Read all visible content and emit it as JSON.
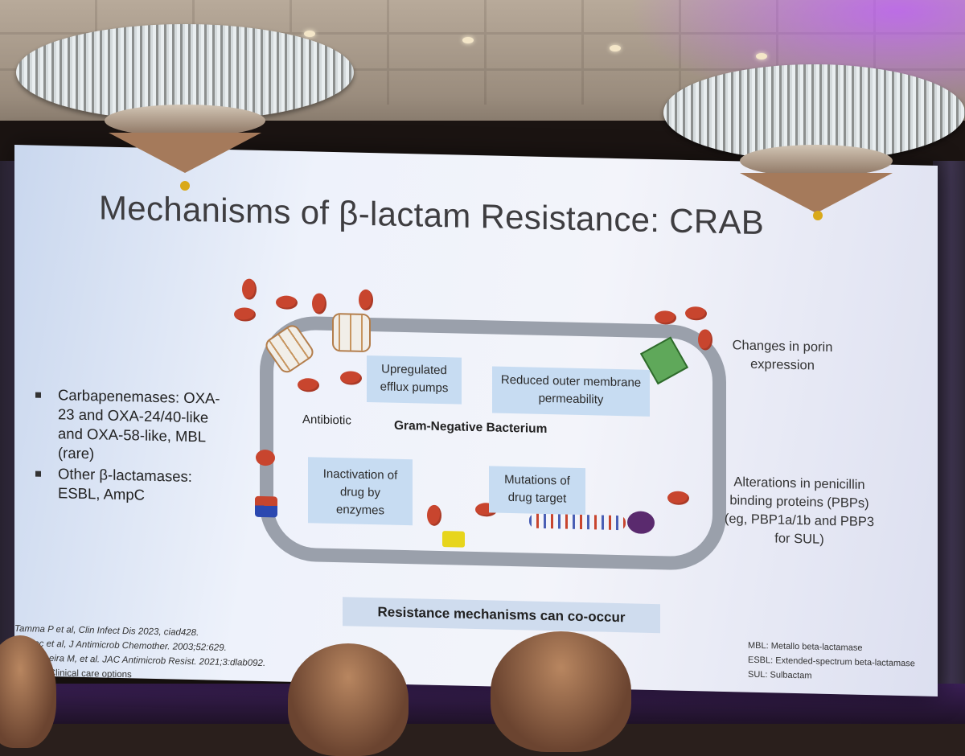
{
  "slide": {
    "title": "Mechanisms of β-lactam Resistance: CRAB",
    "bullets": [
      "Carbapenemases: OXA-23 and OXA-24/40-like and OXA-58-like, MBL (rare)",
      "Other β-lactamases: ESBL, AmpC"
    ],
    "diagram": {
      "antibiotic_label": "Antibiotic",
      "center_label": "Gram-Negative Bacterium",
      "box_efflux": "Upregulated efflux pumps",
      "box_membrane": "Reduced outer membrane permeability",
      "box_inactivation": "Inactivation of drug by enzymes",
      "box_mutations": "Mutations of drug target"
    },
    "right_notes": {
      "porin": "Changes in porin expression",
      "pbp": "Alterations in penicillin binding proteins (PBPs) (eg, PBP1a/1b and PBP3 for SUL)"
    },
    "callout": "Resistance mechanisms can co-occur",
    "references": [
      "Tamma P et al, Clin Infect Dis 2023, ciad428.",
      "Corvec et al, J Antimicrob Chemother. 2003;52:629.",
      "Castanheira M, et al. JAC Antimicrob Resist. 2021;3:dlab092.",
      "Source: Clinical care options"
    ],
    "abbreviations": [
      "MBL: Metallo beta-lactamase",
      "ESBL: Extended-spectrum beta-lactamase",
      "SUL: Sulbactam"
    ]
  }
}
